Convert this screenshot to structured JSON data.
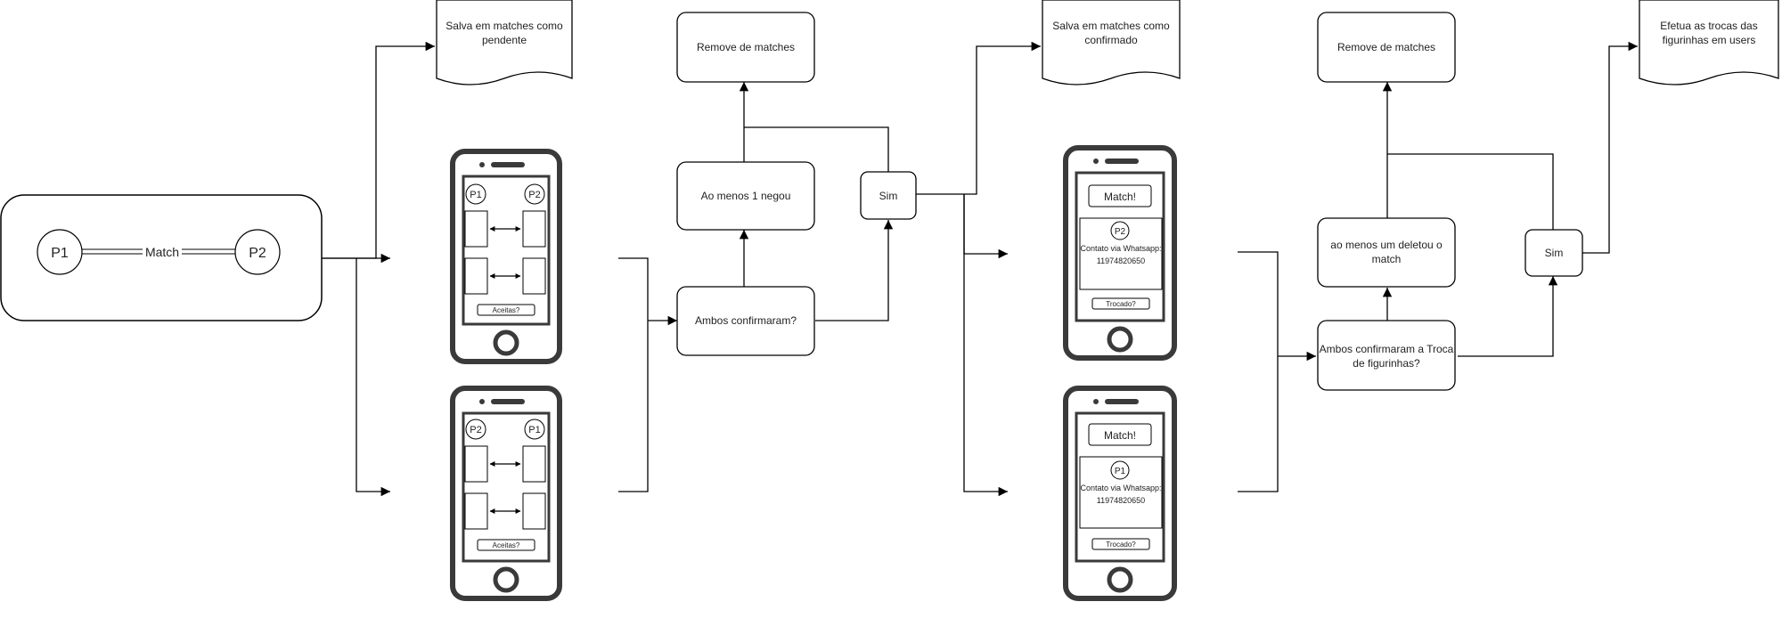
{
  "colors": {
    "stroke": "#000000",
    "phone": "#3a3a3a",
    "box_fill": "#ffffff",
    "screen": "#ffffff"
  },
  "start": {
    "p1": "P1",
    "p2": "P2",
    "match": "Match"
  },
  "docs": {
    "pending": [
      "Salva em matches como",
      "pendente"
    ],
    "confirmed": [
      "Salva em matches como",
      "confirmado"
    ],
    "swap": [
      "Efetua as trocas das",
      "figurinhas em users"
    ]
  },
  "boxes": {
    "remove1": "Remove de matches",
    "negou": "Ao menos 1 negou",
    "sim1": "Sim",
    "ambos1": "Ambos confirmaram?",
    "remove2": "Remove de matches",
    "deletou": [
      "ao menos um deletou o",
      "match"
    ],
    "sim2": "Sim",
    "ambos2": [
      "Ambos confirmaram a Troca",
      "de figurinhas?"
    ]
  },
  "phones": {
    "a_top": {
      "left": "P1",
      "right": "P2",
      "button": "Aceitas?"
    },
    "a_bottom": {
      "left": "P2",
      "right": "P1",
      "button": "Aceitas?"
    },
    "b_top": {
      "title": "Match!",
      "person": "P2",
      "contact": "Contato via Whatsapp:",
      "phone": "11974820650",
      "button": "Trocado?"
    },
    "b_bottom": {
      "title": "Match!",
      "person": "P1",
      "contact": "Contato via Whatsapp:",
      "phone": "11974820650",
      "button": "Trocado?"
    }
  }
}
